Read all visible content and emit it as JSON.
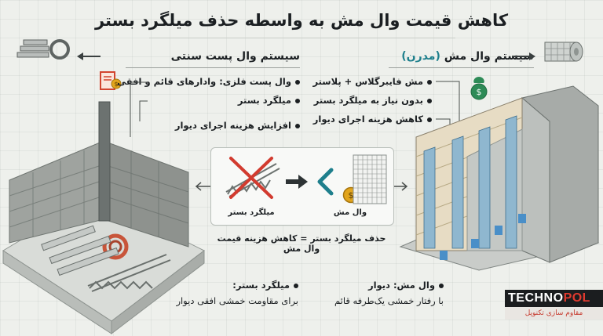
{
  "title": "کاهش قیمت وال مش به واسطه حذف میلگرد بستر",
  "modern": {
    "heading_main": "سیستم وال مش",
    "heading_tag": "(مدرن)",
    "bullets": [
      "مش فایبرگلاس + پلاستر",
      "بدون نیاز به میلگرد بستر",
      "کاهش هزینه اجرای دیوار"
    ],
    "note_title": "وال مش: دیوار",
    "note_body": "با رفتار خمشی یک‌طرفه قائم"
  },
  "traditional": {
    "heading": "سیستم وال پست سنتی",
    "bullets": [
      "وال پست فلزی: وادارهای قائم و افقی",
      "میلگرد بستر",
      "افزایش هزینه اجرای دیوار"
    ],
    "note_title": "میلگرد بستر:",
    "note_body": "برای مقاومت خمشی افقی دیوار"
  },
  "center": {
    "label_rebar": "میلگرد بستر",
    "label_mesh": "وال مش",
    "caption": "حذف میلگرد بستر = کاهش هزینه قیمت وال مش"
  },
  "icons": [
    "cost-tag-icon",
    "coin-icon",
    "cross-mark-icon",
    "arrow-right-icon",
    "less-than-icon"
  ],
  "brand": {
    "name_left": "TECHNO",
    "name_right": "POL",
    "tagline": "مقاوم سازی تکنوپل"
  },
  "colors": {
    "accent": "#1e7f8c",
    "cross": "#d23b2f",
    "coin": "#e2a51c",
    "brand_red": "#e03a2f"
  }
}
